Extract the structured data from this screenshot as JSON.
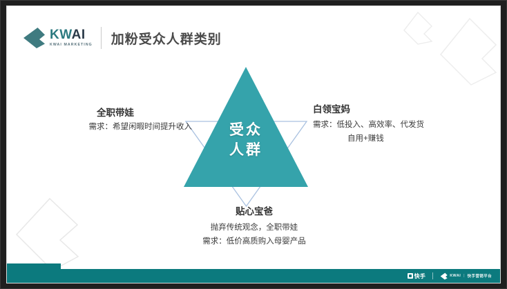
{
  "slide": {
    "background_color": "#ffffff",
    "frame_color": "#1f1f1f"
  },
  "header": {
    "logo": {
      "chevron_icon": "kwai-chevron-icon",
      "wordmark_part1": "KW",
      "wordmark_part2": "AI",
      "subtitle": "KWAI MARKETING",
      "color_teal": "#2c7a80",
      "color_dark": "#2b3a48"
    },
    "title": "加粉受众人群类别"
  },
  "diagram": {
    "center_line1": "受众",
    "center_line2": "人群",
    "triangle_color": "#35a3ab",
    "outline_triangle_color": "#a9c1e0",
    "blocks": {
      "left": {
        "title": "全职带娃",
        "lines": [
          "需求：希望闲暇时间提升收入"
        ]
      },
      "right": {
        "title": "白领宝妈",
        "lines": [
          "需求：低投入、高效率、代发货",
          "自用+赚钱"
        ]
      },
      "bottom": {
        "title": "贴心宝爸",
        "lines": [
          "抛弃传统观念，全职带娃",
          "需求：低价高质购入母婴产品"
        ]
      }
    }
  },
  "decorations": {
    "watermark_icon": "kwai-chevron-watermark-icon",
    "count": 3
  },
  "footer": {
    "bar_color": "#0c7a7e",
    "kuaishou_label": "快手",
    "kwai_label": "KWAI",
    "kwai_sep": "|",
    "kwai_tagline": "快手营销平台"
  }
}
